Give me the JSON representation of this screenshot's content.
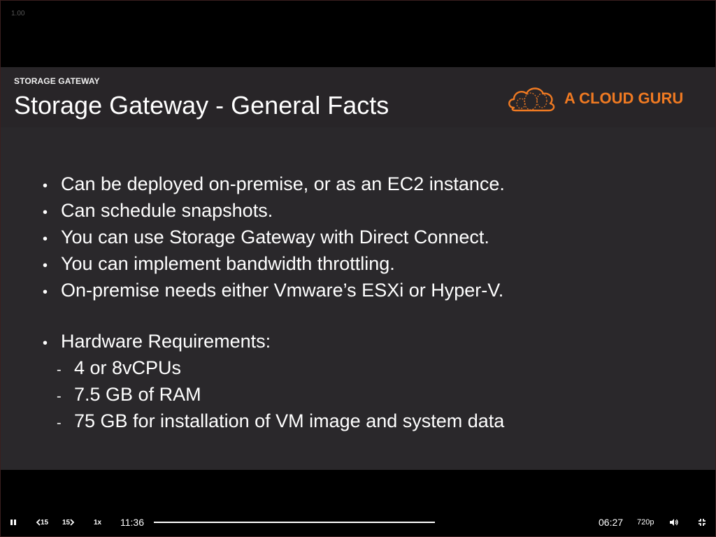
{
  "player": {
    "speed_indicator": "1.00",
    "playback_speed": "1x",
    "elapsed_time": "11:36",
    "remaining_time": "06:27",
    "quality": "720p",
    "rewind_seconds": "15",
    "forward_seconds": "15",
    "progress": 1.0,
    "icons": {
      "play_pause": "pause-icon",
      "rewind": "rewind-15-icon",
      "forward": "forward-15-icon",
      "volume": "volume-icon",
      "fullscreen": "exit-fullscreen-icon"
    }
  },
  "slide": {
    "kicker": "STORAGE GATEWAY",
    "title": "Storage Gateway - General Facts",
    "brand": "A CLOUD GURU",
    "brand_color": "#f07a22",
    "bullets": [
      "Can be deployed on-premise, or as an EC2 instance.",
      "Can schedule snapshots.",
      "You can use Storage Gateway with Direct Connect.",
      "You can implement bandwidth throttling.",
      "On-premise needs either Vmware’s ESXi or Hyper-V."
    ],
    "hardware": {
      "heading": "Hardware Requirements:",
      "items": [
        "4 or 8vCPUs",
        "7.5 GB of RAM",
        "75 GB for installation of VM image and system data"
      ]
    }
  }
}
